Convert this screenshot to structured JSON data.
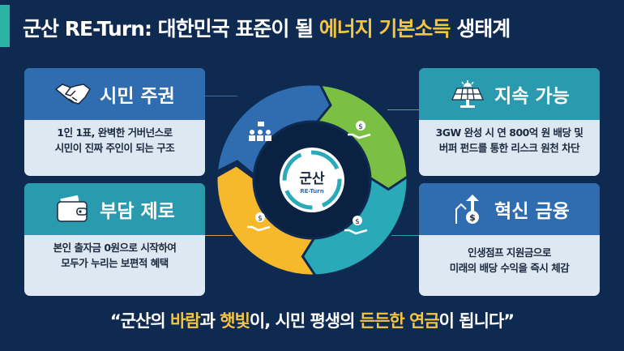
{
  "title": {
    "part1": "군산 RE-Turn: 대한민국 표준이 될 ",
    "highlight": "에너지 기본소득",
    "part2": " 생태계"
  },
  "cards": [
    {
      "title": "시민 주권",
      "icon": "handshake-icon",
      "lines": [
        "1인 1표, 완벽한 거버넌스로",
        "시민이 진짜 주인이 되는 구조"
      ]
    },
    {
      "title": "부담 제로",
      "icon": "wallet-icon",
      "lines": [
        "본인 출자금 0원으로 시작하여",
        "모두가 누리는 보편적 혜택"
      ]
    },
    {
      "title": "지속 가능",
      "icon": "solar-panel-icon",
      "lines": [
        "3GW 완성 시 연 800억 원 배당 및",
        "버퍼 펀드를 통한 리스크 원천 차단"
      ]
    },
    {
      "title": "혁신 금융",
      "icon": "money-growth-icon",
      "lines": [
        "인생점프 지원금으로",
        "미래의 배당 수익을 즉시 체감"
      ]
    }
  ],
  "center": {
    "main": "군산",
    "sub": "RE-Turn"
  },
  "colors": {
    "blue": "#2f6db0",
    "green": "#7cc043",
    "teal": "#2aaab8",
    "yellow": "#f6b92b",
    "bg": "#0e2a50",
    "highlight": "#f5c542"
  },
  "quote": {
    "q1": "“군산의 ",
    "h1": "바람",
    "q2": "과 ",
    "h2": "햇빛",
    "q3": "이, 시민 평생의 ",
    "h3": "든든한 연금",
    "q4": "이 됩니다”"
  }
}
